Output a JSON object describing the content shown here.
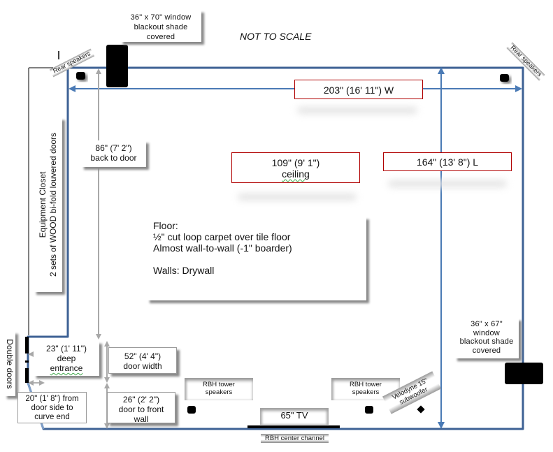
{
  "title_note": "NOT TO SCALE",
  "colors": {
    "wall": "#3d6194",
    "dimension_arrow": "#4a7ab5",
    "grey_arrow": "#a8a8a8",
    "red_border": "#b00000",
    "object": "#000000"
  },
  "labels": {
    "window_top": [
      "36\" x 70\" window",
      "blackout shade",
      "covered"
    ],
    "window_right": [
      "36\" x 67\"",
      "window",
      "blackout shade",
      "covered"
    ],
    "rear_speakers_left": "Rear speakers",
    "rear_speakers_right": "Rear speakers",
    "width_dim": "203\" (16' 11\") W",
    "ceiling_dim": [
      "109\" (9' 1\")",
      "ceiling"
    ],
    "length_dim": "164\" (13' 8\") L",
    "back_to_door": [
      "86\" (7' 2\")",
      "back to door"
    ],
    "equipment_closet": [
      "Equipment Closet",
      "2 sets of WOOD bi-fold louvered doors"
    ],
    "floor_notes": [
      "Floor:",
      "½\" cut loop carpet over tile floor",
      "Almost wall-to-wall (-1\" boarder)",
      "",
      "Walls: Drywall"
    ],
    "double_doors": "Double doors",
    "deep_entrance": [
      "23\" (1' 11\")",
      "deep",
      "entrance"
    ],
    "door_width": [
      "52\" (4' 4\")",
      "door width"
    ],
    "door_side_curve": [
      "20\" (1' 8\") from",
      "door side to",
      "curve end"
    ],
    "door_front_wall": [
      "26\" (2' 2\")",
      "door to front",
      "wall"
    ],
    "rbh_tower_left": [
      "RBH tower",
      "speakers"
    ],
    "rbh_tower_right": [
      "RBH tower",
      "speakers"
    ],
    "tv": "65\" TV",
    "center_channel": "RBH center channel",
    "subwoofer": [
      "Velodyne 15\"",
      "subwoofer"
    ]
  },
  "room": {
    "width_in": 203,
    "length_in": 164,
    "ceiling_in": 109,
    "back_to_door_in": 86,
    "deep_entrance_in": 23,
    "door_width_in": 52,
    "door_side_to_curve_in": 20,
    "door_to_front_wall_in": 26
  }
}
